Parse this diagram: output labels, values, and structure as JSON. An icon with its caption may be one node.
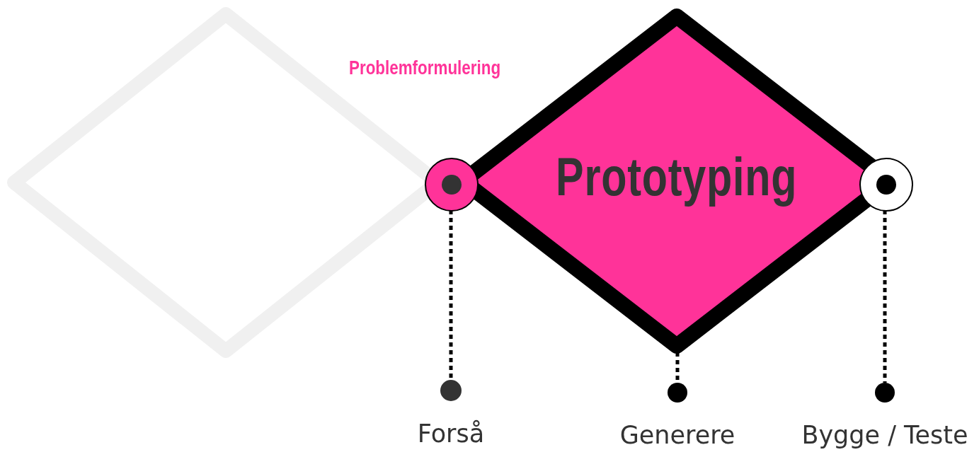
{
  "diagram": {
    "nodes": [
      {
        "text": [],
        "shape": "diamond"
      },
      {
        "text": [
          "Prototyping"
        ]
      },
      {
        "text": [],
        "shape": "circle"
      },
      {
        "text": [],
        "shape": "circle"
      },
      {
        "text": [
          "Forså"
        ]
      },
      {
        "text": [
          "Generere"
        ]
      },
      {
        "text": [
          "Bygge / Teste"
        ]
      }
    ],
    "edges": [
      {
        "from": 2,
        "to": 4,
        "arrow": "none",
        "style": "dashed"
      },
      {
        "from": 1,
        "to": 5,
        "arrow": "none",
        "style": "dashed"
      },
      {
        "from": 3,
        "to": 6,
        "arrow": "none",
        "style": "dashed"
      }
    ],
    "labels": [
      "Problemformulering"
    ]
  }
}
